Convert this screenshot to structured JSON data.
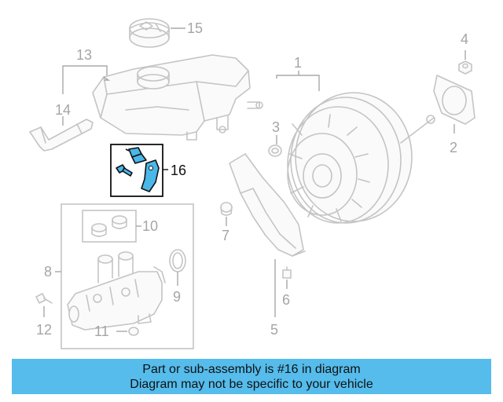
{
  "callouts": {
    "c1": "1",
    "c2": "2",
    "c3": "3",
    "c4": "4",
    "c5": "5",
    "c6": "6",
    "c7": "7",
    "c8": "8",
    "c9": "9",
    "c10": "10",
    "c11": "11",
    "c12": "12",
    "c13": "13",
    "c14": "14",
    "c15": "15",
    "c16": "16"
  },
  "highlighted_part": "16",
  "colors": {
    "highlight": "#49b7e8",
    "banner": "#55bcec",
    "part_outline": "#c4c4c4",
    "callout_text": "#a5a5a5"
  },
  "banner": {
    "line1": "Part or sub-assembly is #16 in diagram",
    "line2": "Diagram may not be specific to your vehicle"
  }
}
